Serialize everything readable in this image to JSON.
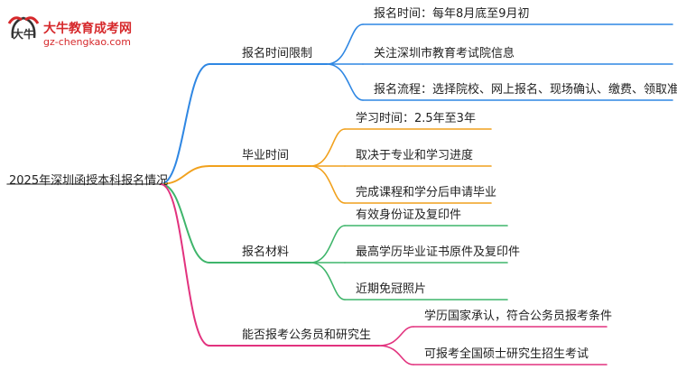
{
  "logo": {
    "title": "大牛教育成考网",
    "url": "gz-chengkao.com",
    "mark_text": "大牛"
  },
  "root": {
    "label": "2025年深圳函授本科报名情况"
  },
  "colors": {
    "blue": "#2f87e3",
    "orange": "#f1a11d",
    "green": "#3fb56b",
    "pink": "#e2327e",
    "logo_red": "#d6282b"
  },
  "branches": [
    {
      "label": "报名时间限制",
      "color": "#2f87e3",
      "children": [
        "报名时间：每年8月底至9月初",
        "关注深圳市教育考试院信息",
        "报名流程：选择院校、网上报名、现场确认、缴费、领取准考证"
      ]
    },
    {
      "label": "毕业时间",
      "color": "#f1a11d",
      "children": [
        "学习时间：2.5年至3年",
        "取决于专业和学习进度",
        "完成课程和学分后申请毕业"
      ]
    },
    {
      "label": "报名材料",
      "color": "#3fb56b",
      "children": [
        "有效身份证及复印件",
        "最高学历毕业证书原件及复印件",
        "近期免冠照片"
      ]
    },
    {
      "label": "能否报考公务员和研究生",
      "color": "#e2327e",
      "children": [
        "学历国家承认，符合公务员报考条件",
        "可报考全国硕士研究生招生考试"
      ]
    }
  ]
}
